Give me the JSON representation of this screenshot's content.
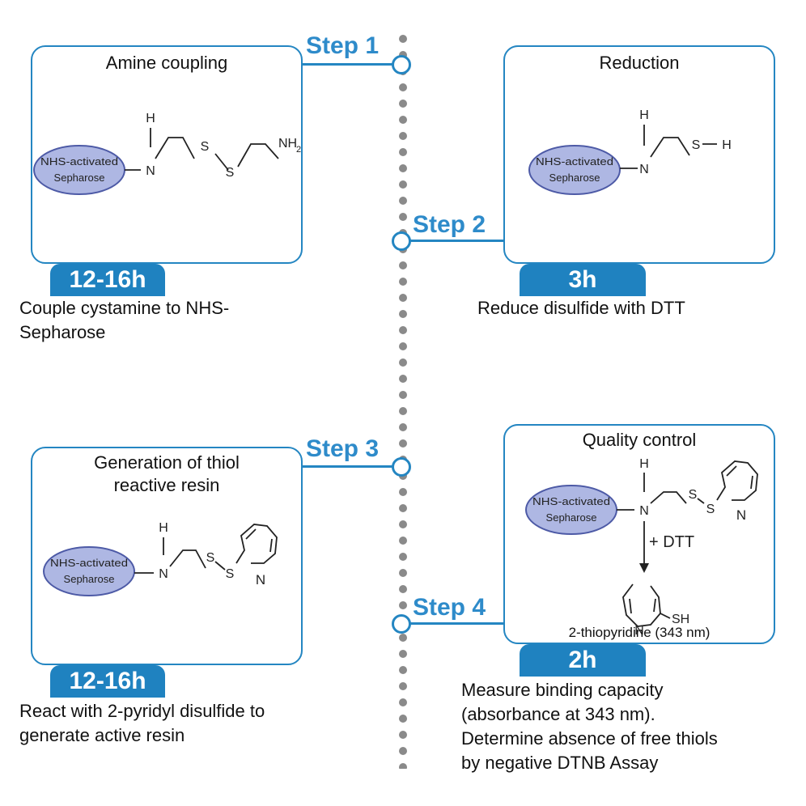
{
  "steps": [
    {
      "label": "Step 1",
      "title": "Amine coupling",
      "duration": "12-16h",
      "description_lines": [
        "Couple cystamine to NHS-",
        "Sepharose"
      ],
      "bead_line1": "NHS-activated",
      "bead_line2": "Sepharose",
      "atoms": {
        "h": "H",
        "n": "N",
        "s": "S",
        "nh2": "NH",
        "sub2": "2"
      }
    },
    {
      "label": "Step 2",
      "title": "Reduction",
      "duration": "3h",
      "description_lines": [
        "Reduce disulfide with DTT"
      ],
      "bead_line1": "NHS-activated",
      "bead_line2": "Sepharose",
      "atoms": {
        "h": "H",
        "n": "N",
        "s": "S"
      }
    },
    {
      "label": "Step 3",
      "title_lines": [
        "Generation of thiol",
        "reactive resin"
      ],
      "duration": "12-16h",
      "description_lines": [
        "React with 2-pyridyl disulfide to",
        "generate active resin"
      ],
      "bead_line1": "NHS-activated",
      "bead_line2": "Sepharose",
      "atoms": {
        "h": "H",
        "n": "N",
        "s": "S"
      }
    },
    {
      "label": "Step 4",
      "title": "Quality control",
      "duration": "2h",
      "description_lines": [
        "Measure binding capacity",
        "(absorbance at 343 nm).",
        "Determine absence of free thiols",
        "by negative DTNB Assay"
      ],
      "bead_line1": "NHS-activated",
      "bead_line2": "Sepharose",
      "reagent": "+ DTT",
      "product_caption": "2-thiopyridine (343 nm)",
      "atoms": {
        "h": "H",
        "n": "N",
        "s": "S",
        "sh": "SH"
      }
    }
  ],
  "colors": {
    "accent": "#2486c2",
    "badge": "#1f82c0",
    "step_label": "#2e8bca",
    "dots": "#8a8a8a",
    "bead_fill": "#aeb7e3",
    "bead_stroke": "#4d5aa6"
  }
}
